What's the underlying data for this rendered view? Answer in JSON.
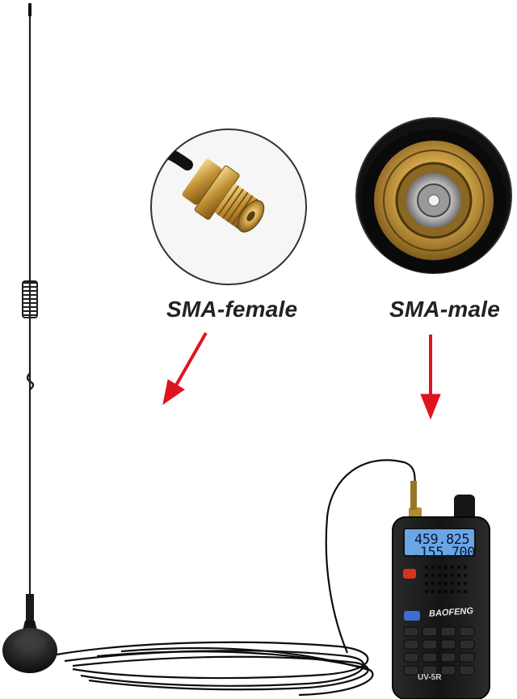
{
  "captions": {
    "female": "SMA-female",
    "male": "SMA-male"
  },
  "radio": {
    "display_line1": "459.825",
    "display_line2": ".155.700",
    "brand": "BAOFENG",
    "model": "UV-5R"
  },
  "colors": {
    "arrow": "#e0141e",
    "gold": "#c9a046",
    "radio_body": "#1a1a1a",
    "lcd": "#6aa6e6",
    "ptt_button": "#d8331f"
  },
  "icons": [
    "antenna-icon",
    "sma-female-connector-icon",
    "sma-male-connector-icon",
    "arrow-down-left-icon",
    "arrow-down-icon",
    "radio-icon"
  ]
}
